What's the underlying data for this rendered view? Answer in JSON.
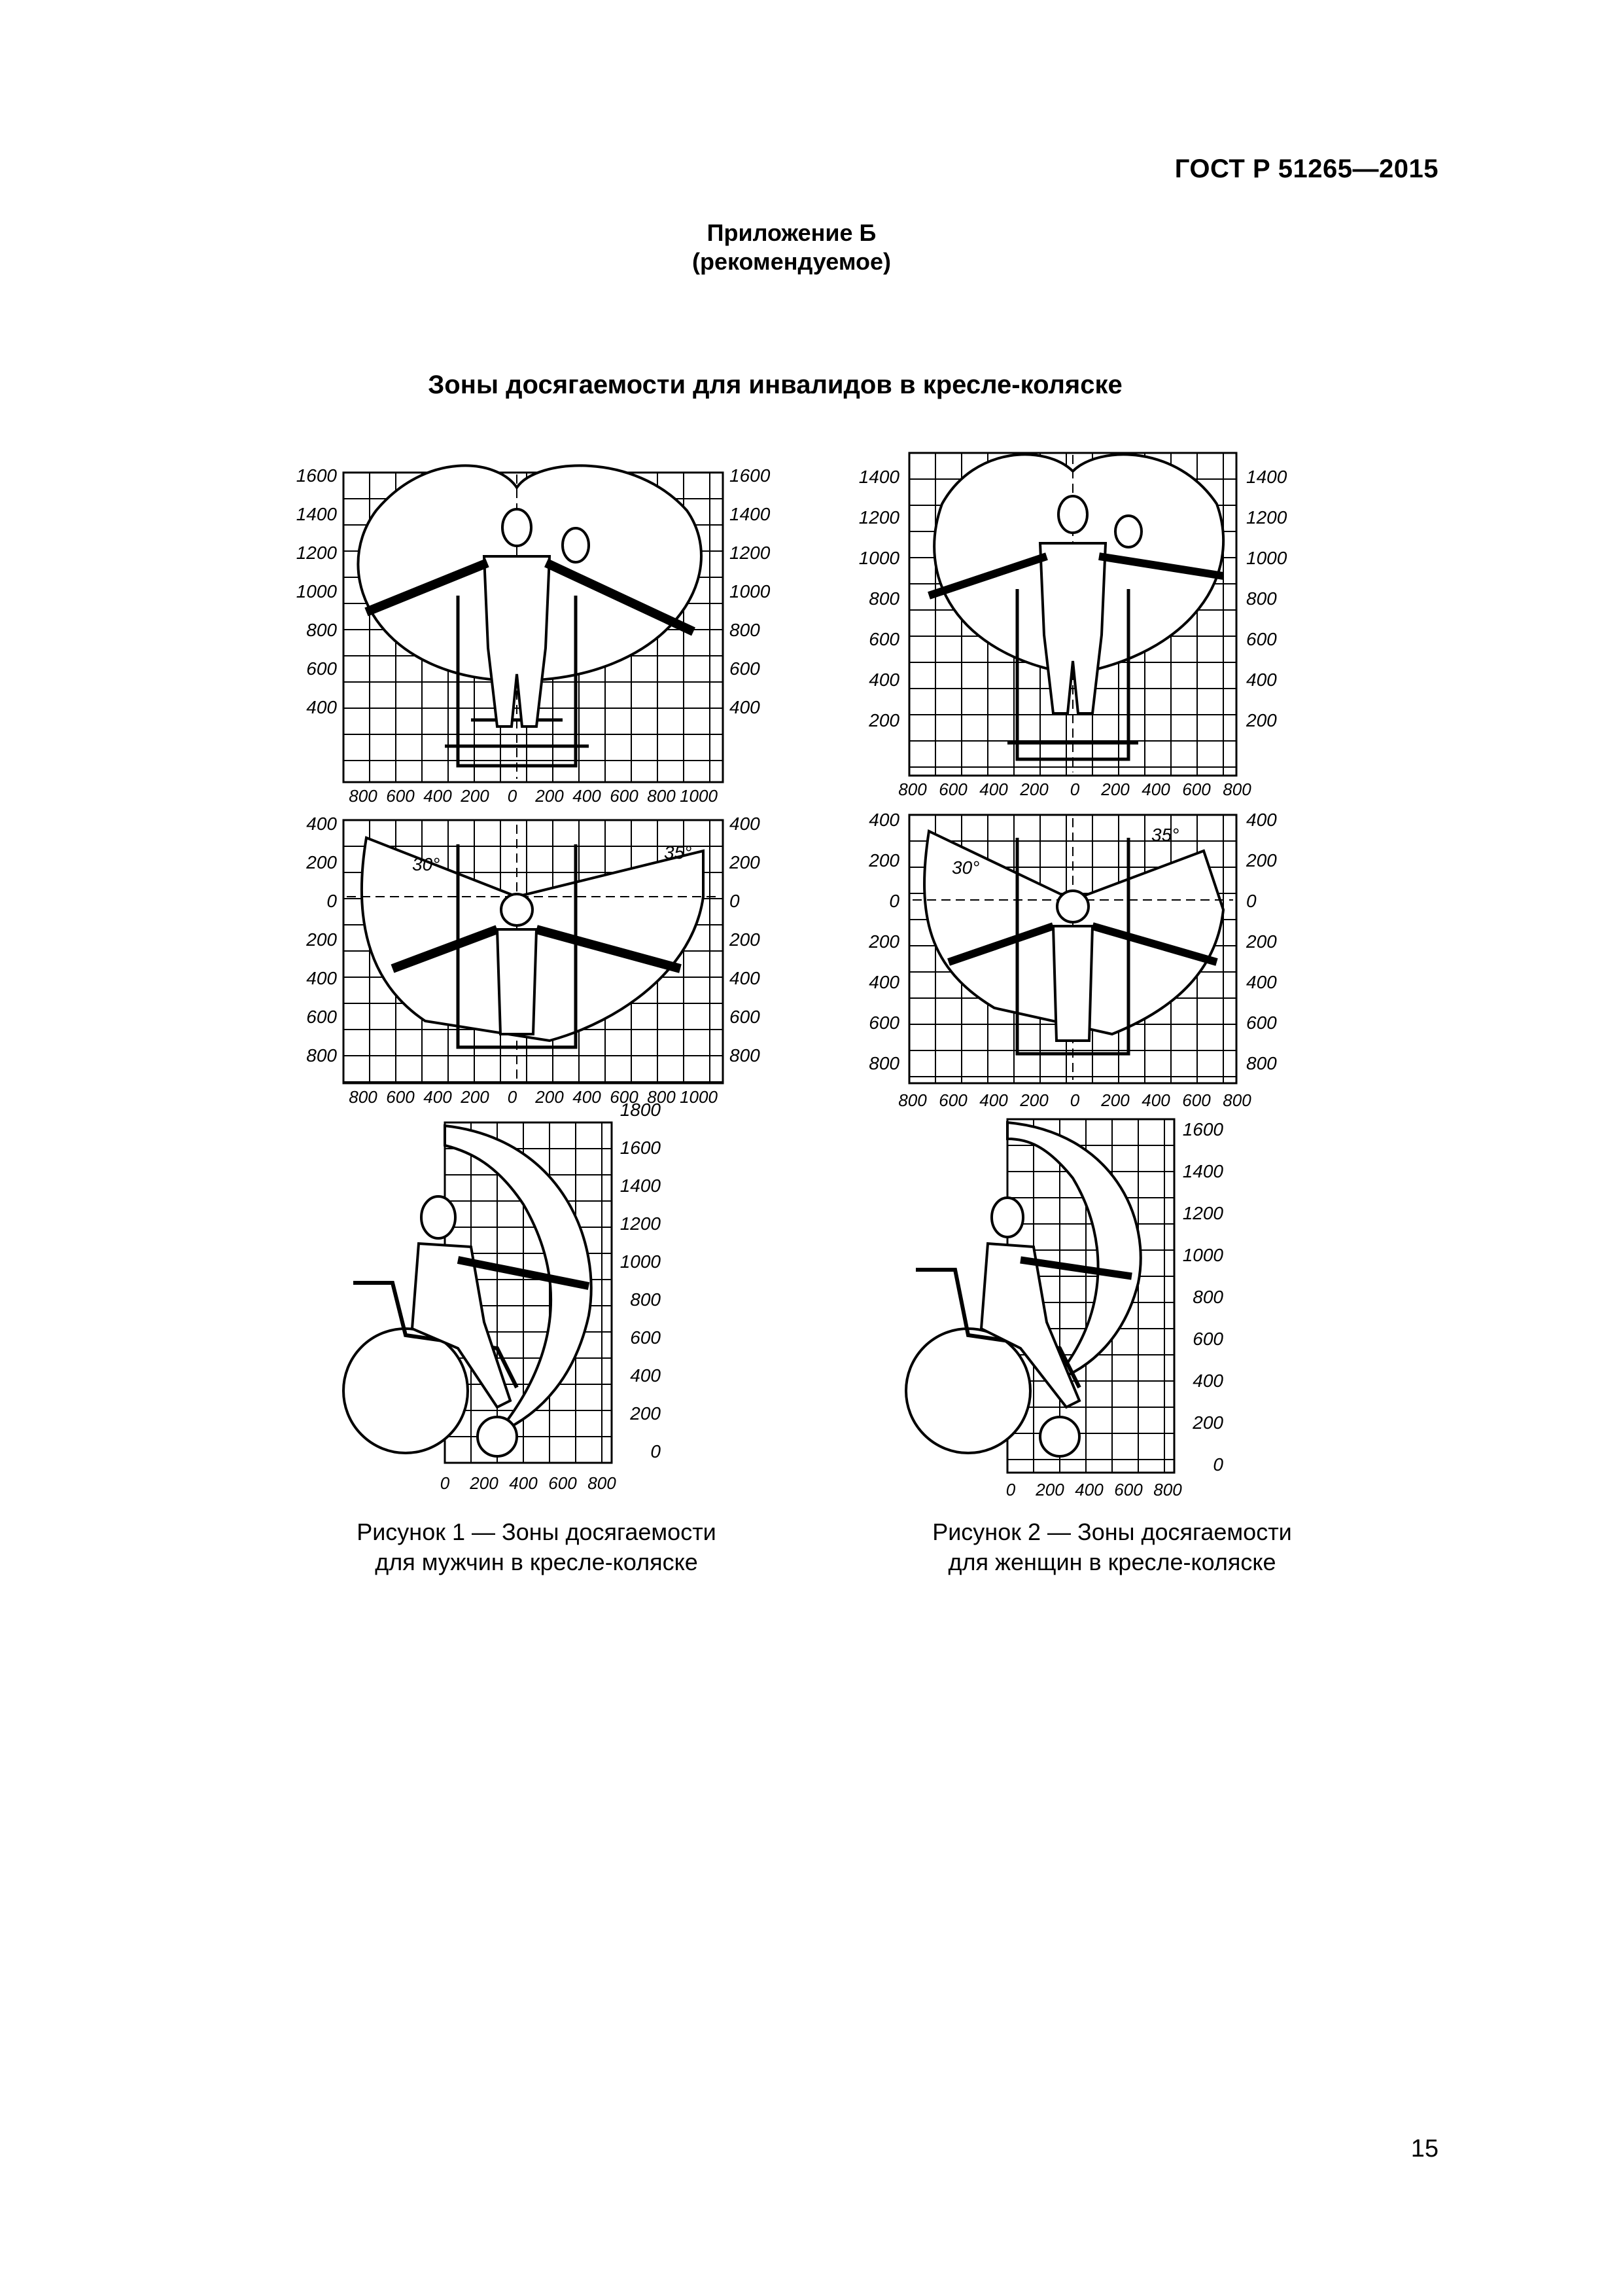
{
  "header": {
    "doc_code": "ГОСТ Р 51265—2015"
  },
  "appendix": {
    "title": "Приложение Б",
    "subtitle": "(рекомендуемое)"
  },
  "section_title": "Зоны досягаемости для инвалидов в кресле-коляске",
  "figures": [
    {
      "id": "men",
      "caption_line1": "Рисунок 1 — Зоны досягаемости",
      "caption_line2": "для мужчин в кресле-коляске",
      "front_view": {
        "y_labels": [
          "1600",
          "1400",
          "1200",
          "1000",
          "800",
          "600",
          "400"
        ],
        "x_labels": [
          "800",
          "600",
          "400",
          "200",
          "0",
          "200",
          "400",
          "600",
          "800",
          "1000"
        ]
      },
      "top_view": {
        "y_labels": [
          "400",
          "200",
          "0",
          "200",
          "400",
          "600",
          "800"
        ],
        "x_labels": [
          "800",
          "600",
          "400",
          "200",
          "0",
          "200",
          "400",
          "600",
          "800",
          "1000"
        ],
        "angle_left": "30°",
        "angle_right": "35°"
      },
      "side_view": {
        "y_labels": [
          "1800",
          "1600",
          "1400",
          "1200",
          "1000",
          "800",
          "600",
          "400",
          "200",
          "0"
        ],
        "x_labels": [
          "0",
          "200",
          "400",
          "600",
          "800"
        ]
      }
    },
    {
      "id": "women",
      "caption_line1": "Рисунок 2 — Зоны досягаемости",
      "caption_line2": "для женщин в кресле-коляске",
      "front_view": {
        "y_labels": [
          "1400",
          "1200",
          "1000",
          "800",
          "600",
          "400",
          "200"
        ],
        "x_labels": [
          "800",
          "600",
          "400",
          "200",
          "0",
          "200",
          "400",
          "600",
          "800"
        ]
      },
      "top_view": {
        "y_labels": [
          "400",
          "200",
          "0",
          "200",
          "400",
          "600",
          "800"
        ],
        "x_labels": [
          "800",
          "600",
          "400",
          "200",
          "0",
          "200",
          "400",
          "600",
          "800"
        ],
        "angle_left": "30°",
        "angle_right": "35°"
      },
      "side_view": {
        "y_labels": [
          "1600",
          "1400",
          "1200",
          "1000",
          "800",
          "600",
          "400",
          "200",
          "0"
        ],
        "x_labels": [
          "0",
          "200",
          "400",
          "600",
          "800"
        ]
      }
    }
  ],
  "page_number": "15"
}
